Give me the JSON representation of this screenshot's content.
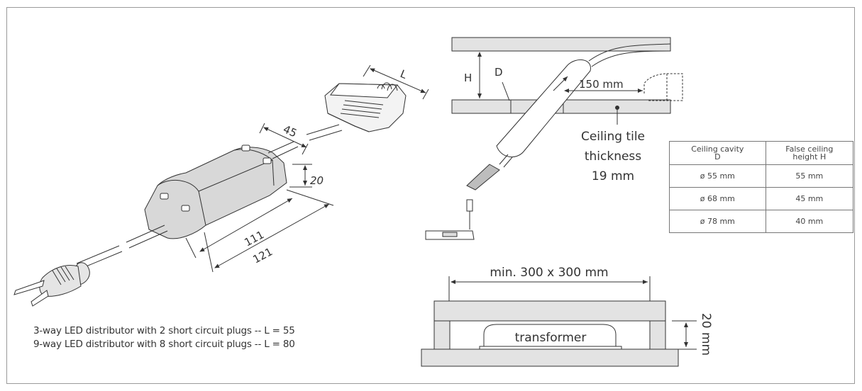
{
  "dimensions": {
    "L": "L",
    "d45": "45",
    "d20": "20",
    "d111": "111",
    "d121": "121",
    "H": "H",
    "D": "D",
    "d150": "150 mm",
    "min_size": "min. 300 x 300 mm",
    "height20": "20 mm"
  },
  "labels": {
    "ceiling_tile_line1": "Ceiling tile",
    "ceiling_tile_line2": "thickness",
    "ceiling_tile_line3": "19 mm",
    "transformer": "transformer"
  },
  "captions": {
    "line1": "3-way LED distributor with 2 short circuit plugs -- L = 55",
    "line2": "9-way LED distributor with 8 short circuit plugs -- L = 80"
  },
  "table": {
    "header_col1_line1": "Ceiling cavity",
    "header_col1_line2": "D",
    "header_col2_line1": "False ceiling",
    "header_col2_line2": "height H",
    "rows": [
      {
        "cavity": "ø 55 mm",
        "height": "55 mm"
      },
      {
        "cavity": "ø 68 mm",
        "height": "45 mm"
      },
      {
        "cavity": "ø 78 mm",
        "height": "40 mm"
      }
    ]
  }
}
